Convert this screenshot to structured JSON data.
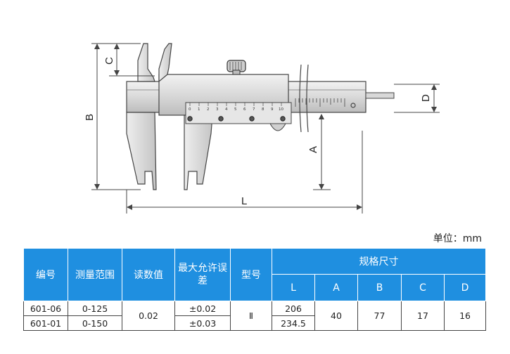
{
  "diagram": {
    "labels": {
      "C": "C",
      "B": "B",
      "D": "D",
      "A": "A",
      "L": "L"
    },
    "scale_numbers": [
      "0",
      "1",
      "2",
      "3",
      "4",
      "5",
      "6",
      "7",
      "8",
      "9",
      "10"
    ]
  },
  "unit_label": "单位：mm",
  "table": {
    "headers": {
      "code": "编号",
      "range": "测量范围",
      "reading": "读数值",
      "max_error": "最大允许误差",
      "model": "型号",
      "spec": "规格尺寸"
    },
    "sub_headers": [
      "L",
      "A",
      "B",
      "C",
      "D"
    ],
    "rows": [
      {
        "code": "601-06",
        "range": "0-125",
        "error": "±0.02",
        "L": "206"
      },
      {
        "code": "601-01",
        "range": "0-150",
        "error": "±0.03",
        "L": "234.5"
      }
    ],
    "shared": {
      "reading": "0.02",
      "model": "Ⅱ",
      "A": "40",
      "B": "77",
      "C": "17",
      "D": "16"
    }
  },
  "colors": {
    "header_bg": "#1f8fe0",
    "header_text": "#ffffff"
  }
}
